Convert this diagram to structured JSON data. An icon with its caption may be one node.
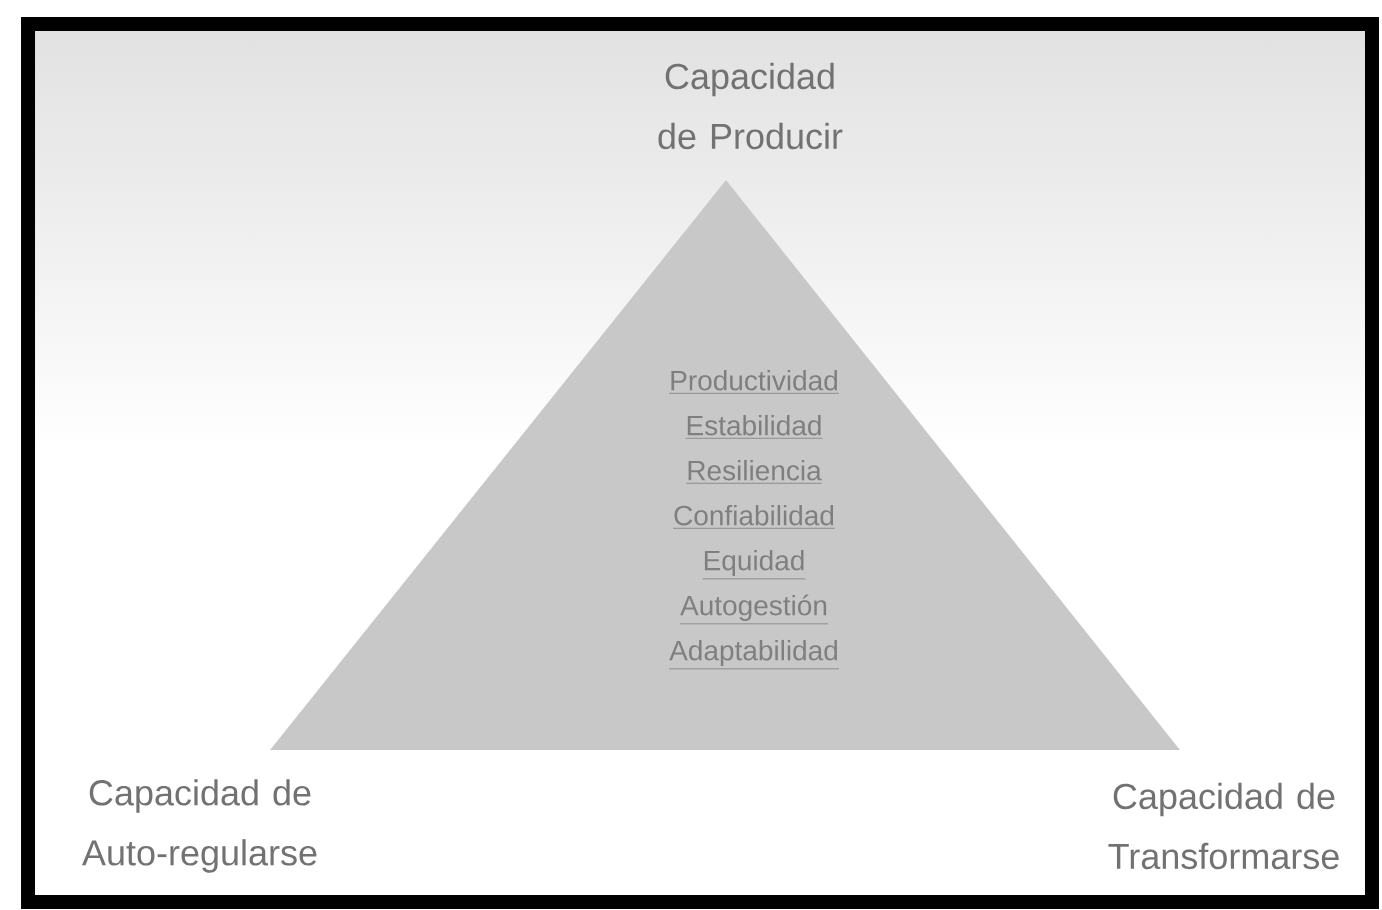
{
  "diagram": {
    "nodes": [
      {
        "text": [
          "Productividad",
          "Estabilidad",
          "Resiliencia",
          "Confiabilidad",
          "Equidad",
          "Autogestión",
          "Adaptabilidad"
        ]
      }
    ],
    "labels": [
      "Capacidad de Producir",
      "Capacidad de Auto-regularse",
      "Capacidad de Transformarse"
    ]
  }
}
